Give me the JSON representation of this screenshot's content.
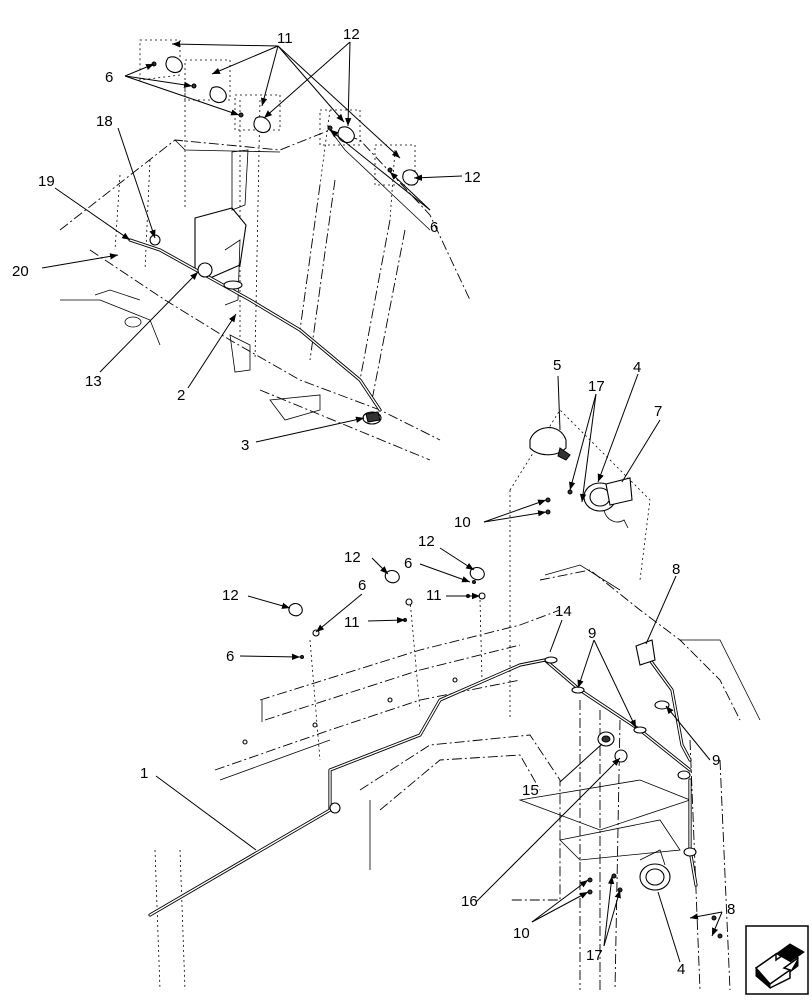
{
  "callouts": {
    "c1": "1",
    "c2": "2",
    "c3": "3",
    "c4a": "4",
    "c4b": "4",
    "c5": "5",
    "c6a": "6",
    "c6b": "6",
    "c6c": "6",
    "c6d": "6",
    "c6e": "6",
    "c7": "7",
    "c8a": "8",
    "c8b": "8",
    "c9a": "9",
    "c9b": "9",
    "c10a": "10",
    "c10b": "10",
    "c11a": "11",
    "c11b": "11",
    "c11c": "11",
    "c12a": "12",
    "c12b": "12",
    "c12c": "12",
    "c12d": "12",
    "c12e": "12",
    "c13": "13",
    "c14": "14",
    "c15": "15",
    "c16": "16",
    "c17a": "17",
    "c17b": "17",
    "c18": "18",
    "c19": "19",
    "c20": "20"
  },
  "icons": {
    "nav": "next-view-arrow-icon"
  }
}
